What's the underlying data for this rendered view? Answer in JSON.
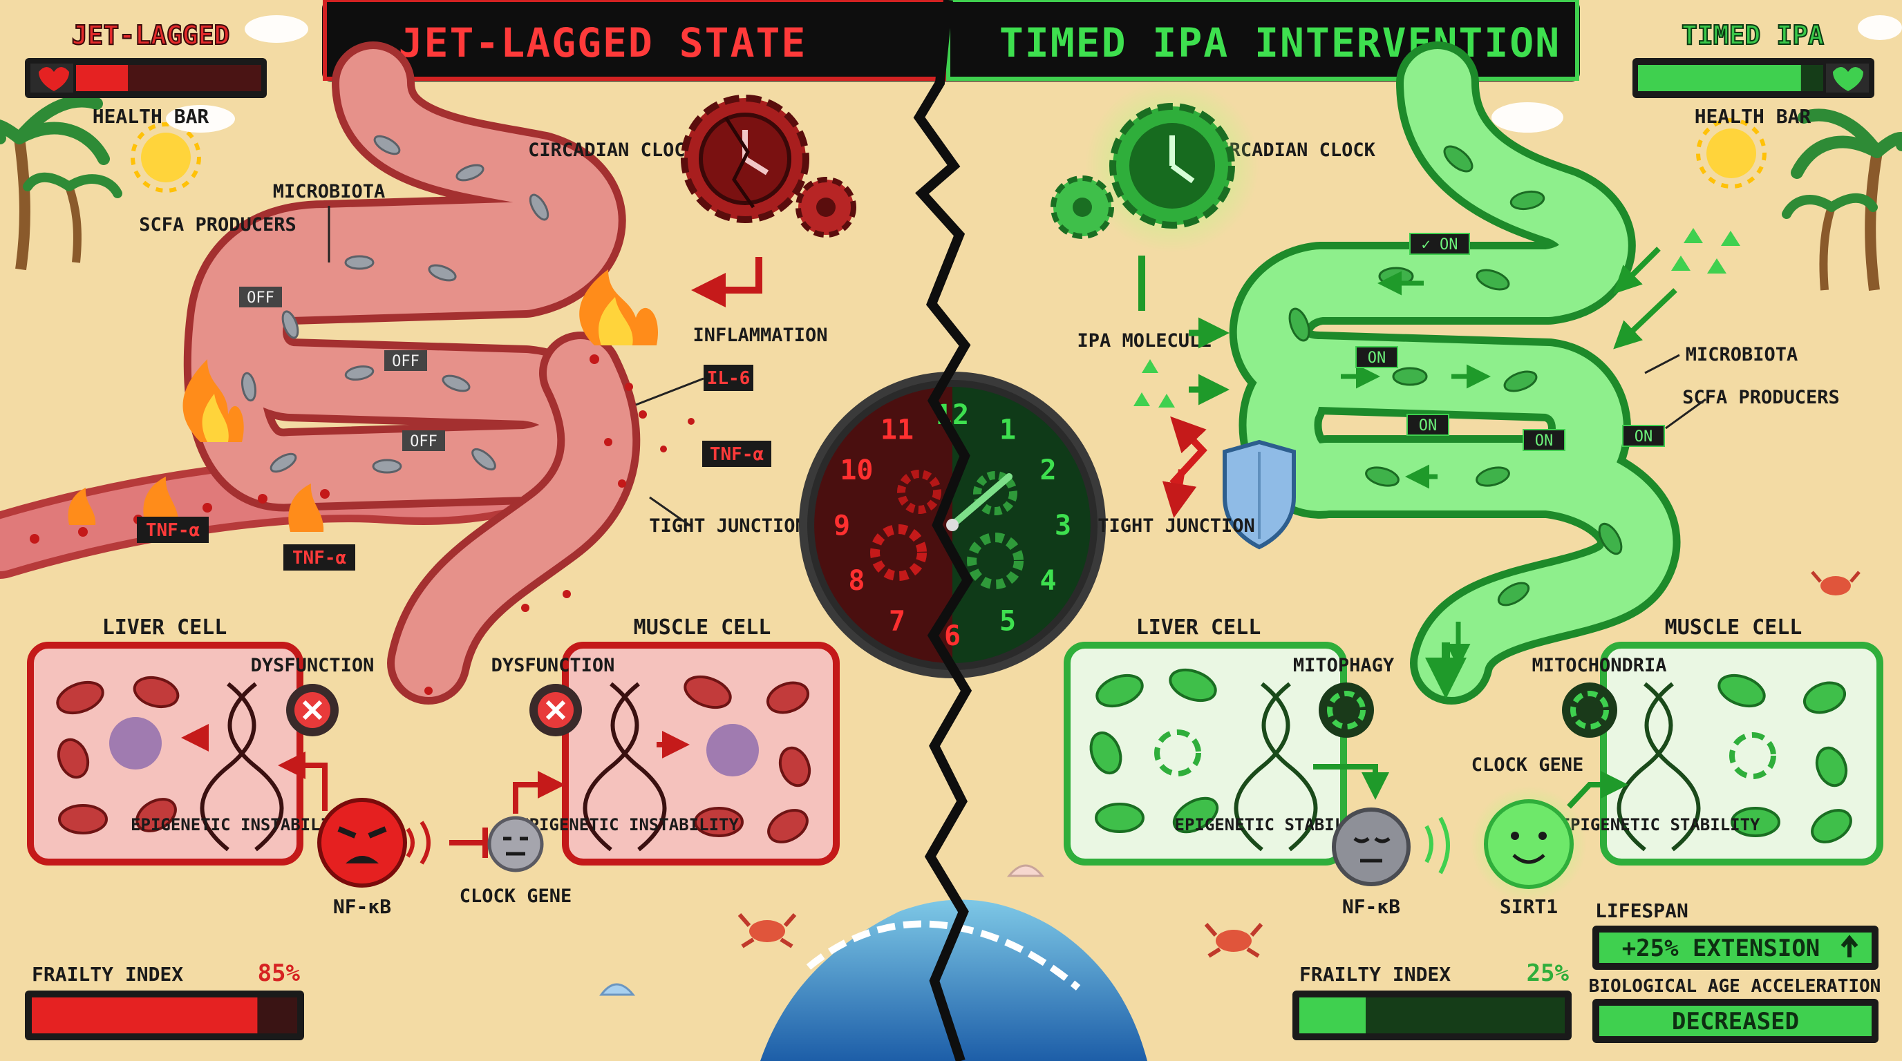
{
  "banner": {
    "left_title": "JET-LAGGED STATE",
    "right_title": "TIMED IPA INTERVENTION"
  },
  "left_hud": {
    "mode_label": "JET-LAGGED",
    "health_label": "HEALTH BAR",
    "health_fraction": 0.28
  },
  "right_hud": {
    "mode_label": "TIMED IPA",
    "health_label": "HEALTH BAR",
    "health_fraction": 0.88
  },
  "left_panel": {
    "circadian_clock": "CIRCADIAN CLOCK",
    "microbiota": "MICROBIOTA",
    "scfa_producers": "SCFA PRODUCERS",
    "off_tag": "OFF",
    "inflammation": "INFLAMMATION",
    "il6": "IL-6",
    "tnf_alpha": "TNF-α",
    "tight_junction": "TIGHT JUNCTION",
    "liver_cell": "LIVER CELL",
    "muscle_cell": "MUSCLE CELL",
    "dysfunction": "DYSFUNCTION",
    "epigenetic": "EPIGENETIC INSTABILITY",
    "nfkb": "NF-κB",
    "clock_gene": "CLOCK GENE",
    "frailty_label": "FRAILTY INDEX",
    "frailty_value": "85%",
    "frailty_fraction": 0.85
  },
  "right_panel": {
    "circadian_clock": "CIRCADIAN CLOCK",
    "ipa_molecule": "IPA MOLECULE",
    "tight_junction": "TIGHT JUNCTION",
    "on_tag": "ON",
    "on_check_tag": "✓ ON",
    "microbiota": "MICROBIOTA",
    "scfa_producers": "SCFA PRODUCERS",
    "liver_cell": "LIVER CELL",
    "muscle_cell": "MUSCLE CELL",
    "mitophagy": "MITOPHAGY",
    "mitochondria": "MITOCHONDRIA",
    "clock_gene": "CLOCK GENE",
    "epigenetic": "EPIGENETIC STABILITY",
    "nfkb": "NF-κB",
    "sirt1": "SIRT1",
    "lifespan_label": "LIFESPAN",
    "lifespan_value": "+25% EXTENSION",
    "bioage_label": "BIOLOGICAL AGE ACCELERATION",
    "bioage_value": "DECREASED",
    "frailty_label": "FRAILTY INDEX",
    "frailty_value": "25%",
    "frailty_fraction": 0.25
  },
  "central_clock": {
    "red_numbers": [
      "11",
      "10",
      "9",
      "8",
      "7",
      "6"
    ],
    "green_numbers": [
      "12",
      "1",
      "2",
      "3",
      "4",
      "5"
    ]
  },
  "colors": {
    "red": "#d32222",
    "green": "#3fd04f",
    "sand": "#f3dba4",
    "banner_bg": "#0e0e0e"
  }
}
